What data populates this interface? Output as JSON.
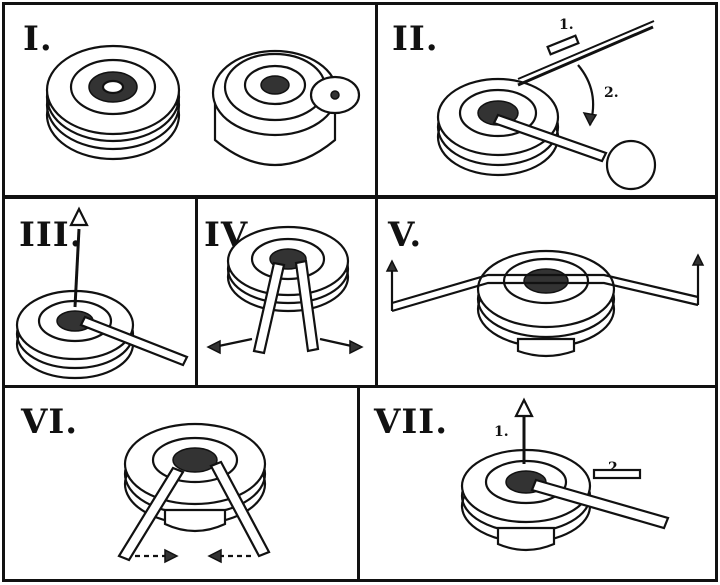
{
  "panels": [
    {
      "id": "I",
      "label": "I."
    },
    {
      "id": "II",
      "label": "II.",
      "annotations": [
        "1.",
        "2.",
        "!"
      ]
    },
    {
      "id": "III",
      "label": "III."
    },
    {
      "id": "IV",
      "label": "IV."
    },
    {
      "id": "V",
      "label": "V."
    },
    {
      "id": "VI",
      "label": "VI."
    },
    {
      "id": "VII",
      "label": "VII.",
      "annotations": [
        "1.",
        "2."
      ]
    }
  ],
  "colors": {
    "line": "#111111",
    "background": "#ffffff"
  }
}
